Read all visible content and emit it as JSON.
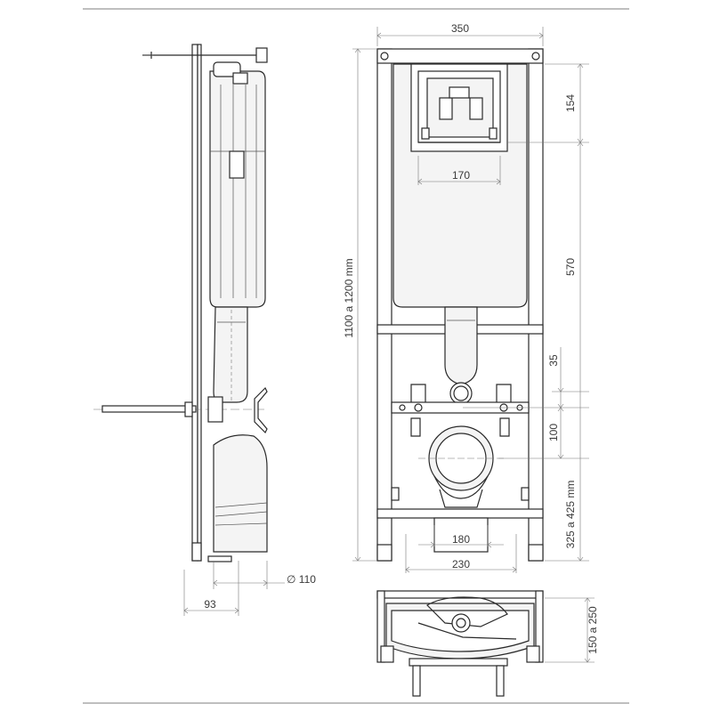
{
  "dimensions": {
    "width_top": "350",
    "top_box_height": "154",
    "inner_width": "170",
    "total_height": "1100 a 1200 mm",
    "mid_height": "570",
    "gap_35": "35",
    "gap_100": "100",
    "lower_height": "325 a 425 mm",
    "pipe_180": "180",
    "base_230": "230",
    "depth_93": "93",
    "diameter": "∅ 110",
    "plan_depth": "150 a 250"
  },
  "colors": {
    "line": "#2a2a2a",
    "dimension": "#777777",
    "fill": "#f4f4f4"
  }
}
